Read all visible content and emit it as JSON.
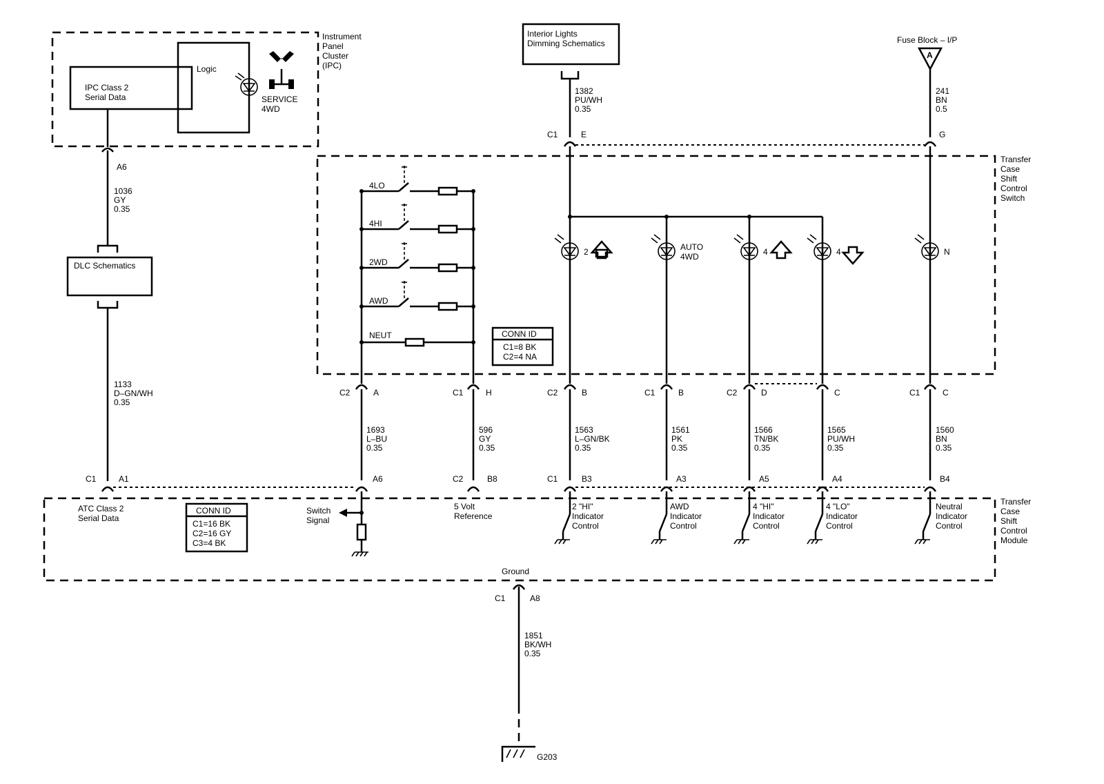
{
  "ipc": {
    "title": [
      "Instrument",
      "Panel",
      "Cluster",
      "(IPC)"
    ],
    "logic": "Logic",
    "serial": [
      "IPC Class 2",
      "Serial Data"
    ],
    "service": [
      "SERVICE",
      "4WD"
    ]
  },
  "interior_lights": [
    "Interior Lights",
    "Dimming Schematics"
  ],
  "fuse_block": {
    "label": "Fuse Block – I/P",
    "letter": "A"
  },
  "dlc": "DLC Schematics",
  "switch": {
    "title": [
      "Transfer",
      "Case",
      "Shift",
      "Control",
      "Switch"
    ],
    "modes": [
      "4LO",
      "4HI",
      "2WD",
      "AWD",
      "NEUT"
    ],
    "conn_id": [
      "CONN ID",
      "C1=8 BK",
      "C2=4 NA"
    ],
    "lamps": {
      "hi2": "2",
      "auto": [
        "AUTO",
        "4WD"
      ],
      "hi4": "4",
      "lo4": "4",
      "neutral": "N"
    }
  },
  "module": {
    "title": [
      "Transfer",
      "Case",
      "Shift",
      "Control",
      "Module"
    ],
    "conn_id": [
      "CONN ID",
      "C1=16 BK",
      "C2=16 GY",
      "C3=4 BK"
    ],
    "atc": [
      "ATC Class 2",
      "Serial Data"
    ],
    "switch_signal": [
      "Switch",
      "Signal"
    ],
    "ref": [
      "5 Volt",
      "Reference"
    ],
    "hi2": [
      "2 \"HI\"",
      "Indicator",
      "Control"
    ],
    "awd": [
      "AWD",
      "Indicator",
      "Control"
    ],
    "hi4": [
      "4 \"HI\"",
      "Indicator",
      "Control"
    ],
    "lo4": [
      "4 \"LO\"",
      "Indicator",
      "Control"
    ],
    "neutral": [
      "Neutral",
      "Indicator",
      "Control"
    ],
    "ground": "Ground"
  },
  "wires": {
    "w1036": [
      "1036",
      "GY",
      "0.35"
    ],
    "w1133": [
      "1133",
      "D–GN/WH",
      "0.35"
    ],
    "w1382": [
      "1382",
      "PU/WH",
      "0.35"
    ],
    "w241": [
      "241",
      "BN",
      "0.5"
    ],
    "w1693": [
      "1693",
      "L–BU",
      "0.35"
    ],
    "w596": [
      "596",
      "GY",
      "0.35"
    ],
    "w1563": [
      "1563",
      "L–GN/BK",
      "0.35"
    ],
    "w1561": [
      "1561",
      "PK",
      "0.35"
    ],
    "w1566": [
      "1566",
      "TN/BK",
      "0.35"
    ],
    "w1565": [
      "1565",
      "PU/WH",
      "0.35"
    ],
    "w1560": [
      "1560",
      "BN",
      "0.35"
    ],
    "w1851": [
      "1851",
      "BK/WH",
      "0.35"
    ]
  },
  "pins": {
    "ipc_a6": "A6",
    "c1": "C1",
    "c2": "C2",
    "E": "E",
    "G": "G",
    "A": "A",
    "H": "H",
    "B": "B",
    "D": "D",
    "C": "C",
    "A1": "A1",
    "A6m": "A6",
    "B8": "B8",
    "B3": "B3",
    "A3": "A3",
    "A5": "A5",
    "A4": "A4",
    "B4": "B4",
    "A8": "A8"
  },
  "ground_ref": "G203"
}
